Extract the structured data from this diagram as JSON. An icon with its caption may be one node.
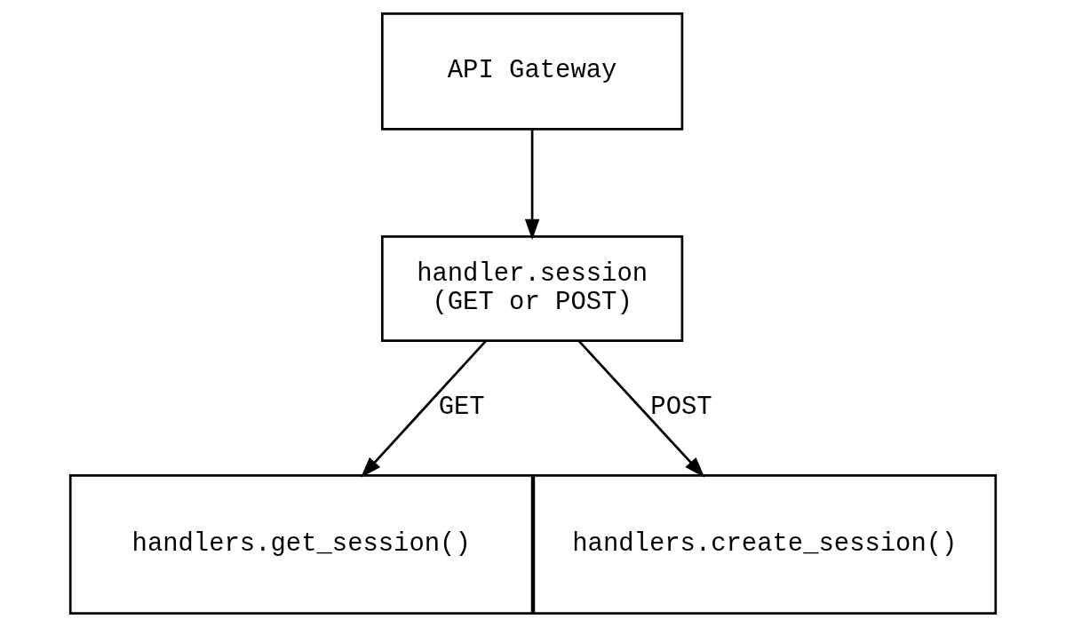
{
  "diagram": {
    "nodes": [
      {
        "text": [
          "API Gateway"
        ]
      },
      {
        "text": [
          "handler.session",
          "(GET or POST)"
        ]
      },
      {
        "text": [
          "handlers.get_session()"
        ]
      },
      {
        "text": [
          "handlers.create_session()"
        ]
      }
    ],
    "edges": [
      {
        "from": 0,
        "to": 1,
        "arrow": "to"
      },
      {
        "from": 1,
        "to": 2,
        "arrow": "to",
        "label": "GET"
      },
      {
        "from": 1,
        "to": 3,
        "arrow": "to",
        "label": "POST"
      }
    ]
  }
}
